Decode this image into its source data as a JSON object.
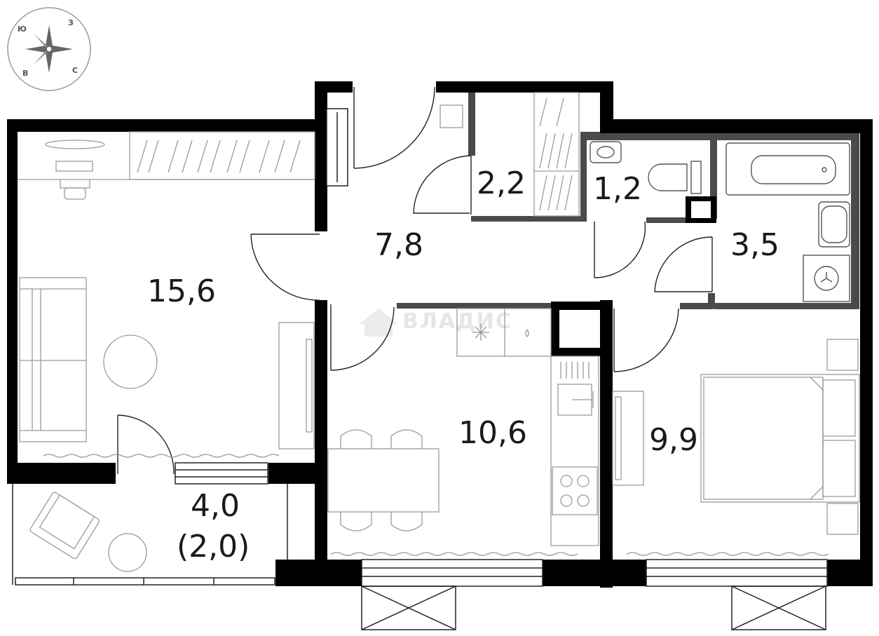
{
  "compass": {
    "letters": {
      "n": "З",
      "w": "Ю",
      "e": "С",
      "s": "В"
    }
  },
  "watermark": "ВЛАДИС",
  "rooms": {
    "living": "15,6",
    "hall": "7,8",
    "storage": "2,2",
    "toilet": "1,2",
    "bathroom": "3,5",
    "kitchen": "10,6",
    "bedroom": "9,9",
    "balcony_area": "4,0",
    "balcony_reduced": "(2,0)"
  },
  "colors": {
    "wall": "#000000",
    "partition": "#4a4a4a",
    "furniture": "#9a9a9a"
  }
}
